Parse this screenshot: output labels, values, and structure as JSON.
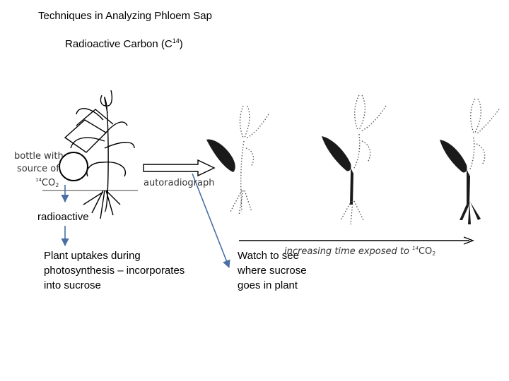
{
  "title": "Techniques in Analyzing Phloem Sap",
  "subtitle": {
    "text": "Radioactive Carbon (C",
    "sup": "14",
    "close": ")"
  },
  "figure": {
    "bottle_label": [
      "bottle with",
      "source of"
    ],
    "co2_label": {
      "sup": "14",
      "text": "CO",
      "sub": "2"
    },
    "autoradiograph_label": "autoradiograph",
    "time_axis_label": {
      "text": "increasing time exposed to ",
      "sup": "14",
      "co": "CO",
      "sub": "2"
    }
  },
  "callouts": {
    "radioactive": "radioactive",
    "uptake": [
      "Plant uptakes during",
      "photosynthesis – incorporates",
      "into sucrose"
    ],
    "watch": [
      "Watch to see",
      "where sucrose",
      "goes in plant"
    ]
  },
  "colors": {
    "arrow": "#4a6fa5",
    "ink": "#000000"
  }
}
